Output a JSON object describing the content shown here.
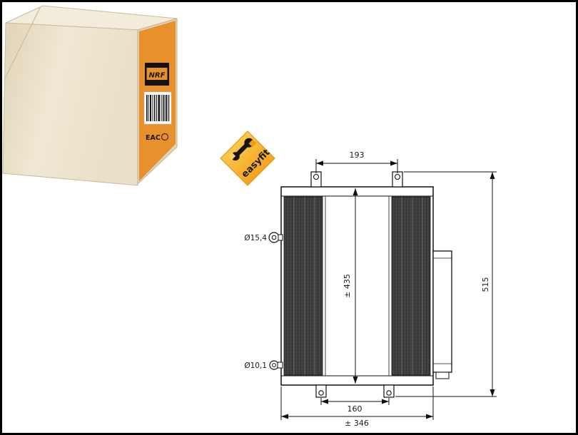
{
  "packaging": {
    "brand": "NRF",
    "eac_mark": "EAC"
  },
  "badge": {
    "label": "easyfit"
  },
  "dimensions": {
    "bracket_spacing_top": "193",
    "core_height": "± 435",
    "overall_height": "515",
    "bracket_spacing_bottom": "160",
    "overall_width": "± 346",
    "inlet_diameter": "Ø15,4",
    "outlet_diameter": "Ø10,1"
  },
  "colors": {
    "label_orange": "#E8912C",
    "badge_yellow": "#FFD95E",
    "badge_orange": "#EF920E",
    "box_beige": "#EDE3CC"
  }
}
